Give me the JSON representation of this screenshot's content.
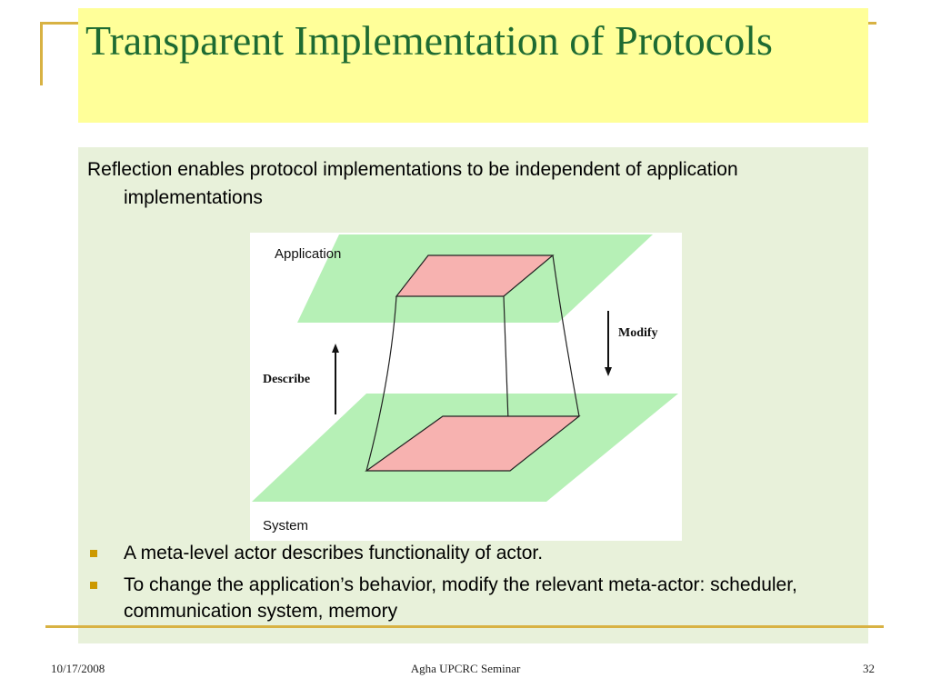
{
  "slide": {
    "title": "Transparent Implementation of Protocols",
    "intro": "Reflection enables protocol implementations to be independent of application implementations",
    "bullets": [
      "A meta-level actor describes functionality of actor.",
      "To change the application’s behavior, modify the relevant meta-actor: scheduler, communication system, memory"
    ]
  },
  "diagram": {
    "labels": {
      "application": "Application",
      "system": "System",
      "describe": "Describe",
      "modify": "Modify"
    },
    "colors": {
      "plane": "#b6f0b6",
      "square": "#f7b2b0",
      "accent_rule": "#d8b243",
      "title": "#1e6b32"
    }
  },
  "footer": {
    "date": "10/17/2008",
    "center": "Agha UPCRC Seminar",
    "page": "32"
  }
}
